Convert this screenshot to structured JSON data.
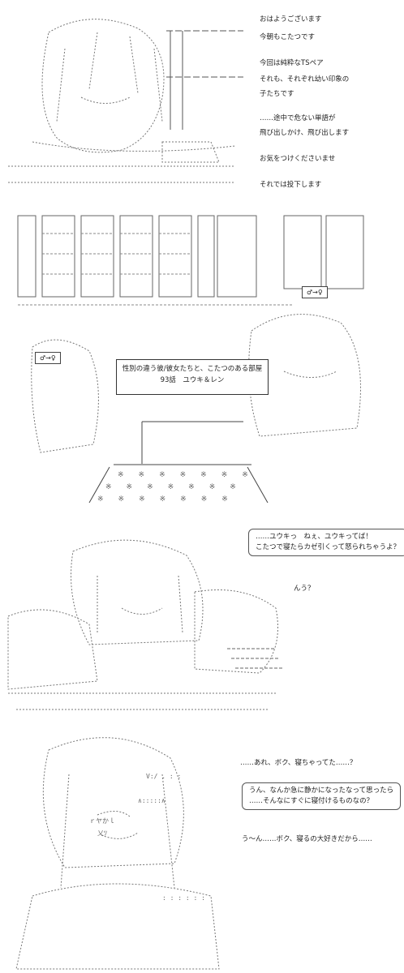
{
  "panel1": {
    "lines": [
      "おはようございます",
      "今朝もこたつです",
      "今回は純粋なTSペア",
      "それも、それぞれ幼い印象の",
      "子たちです",
      "……途中で危ない単語が",
      "飛び出しかけ、飛び出します",
      "お気をつけくださいませ",
      "それでは投下します"
    ]
  },
  "panel2": {
    "tag_right": "♂→♀",
    "tag_left": "♂→♀",
    "title_line1": "性別の違う彼/彼女たちと、こたつのある部屋",
    "title_line2": "93話　ユウキ＆レン"
  },
  "panel3": {
    "bubble_line1": "……ユウキっ　ねぇ、ユウキってば！",
    "bubble_line2": "こたつで寝たらカゼ引くって怒られちゃうよ？",
    "reply": "んう？"
  },
  "panel4": {
    "line_top": "……あれ、ボク、寝ちゃってた……？",
    "bubble_line1": "うん、なんか急に静かになったなって思ったら",
    "bubble_line2": "……そんなにすぐに寝付けるものなの？",
    "line_bottom": "う〜ん……ボク、寝るの大好きだから……"
  },
  "colors": {
    "ink": "#222222",
    "background": "#ffffff"
  }
}
